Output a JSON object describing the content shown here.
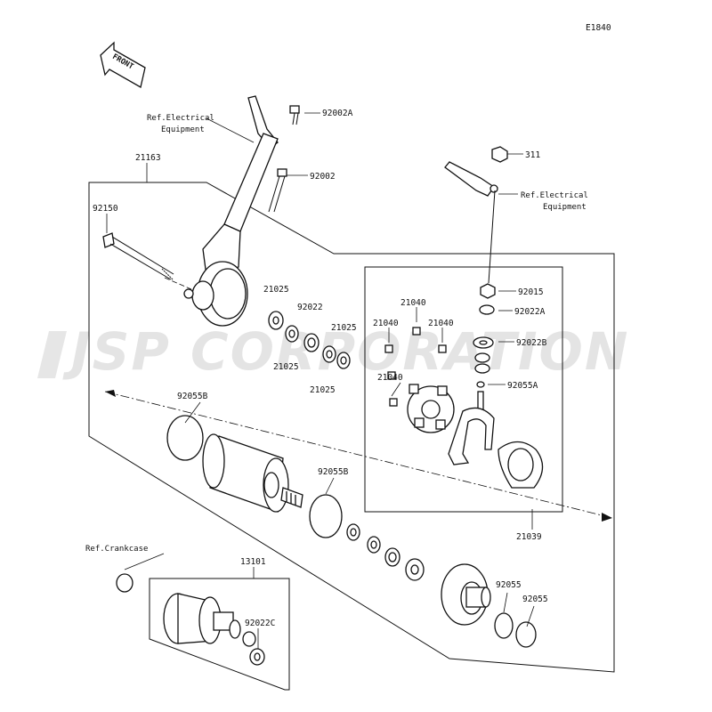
{
  "figure_code": "E1840",
  "front_label": "FRONT",
  "watermark": "JSP CORPORATION",
  "refs": {
    "electrical_left": [
      "Ref.Electrical",
      "Equipment"
    ],
    "electrical_right": [
      "Ref.Electrical",
      "Equipment"
    ],
    "crankcase": "Ref.Crankcase"
  },
  "parts": {
    "p92002A": "92002A",
    "p92002": "92002",
    "p21163": "21163",
    "p92150": "92150",
    "p311": "311",
    "p92015": "92015",
    "p92022A": "92022A",
    "p92022B": "92022B",
    "p92055A": "92055A",
    "p21025_a": "21025",
    "p92022": "92022",
    "p21025_b": "21025",
    "p21025_c": "21025",
    "p21025_d": "21025",
    "p21040_a": "21040",
    "p21040_b": "21040",
    "p21040_c": "21040",
    "p21040_d": "21040",
    "p92055B_a": "92055B",
    "p92055B_b": "92055B",
    "p21039": "21039",
    "p13101": "13101",
    "p92022C": "92022C",
    "p92055_a": "92055",
    "p92055_b": "92055"
  }
}
